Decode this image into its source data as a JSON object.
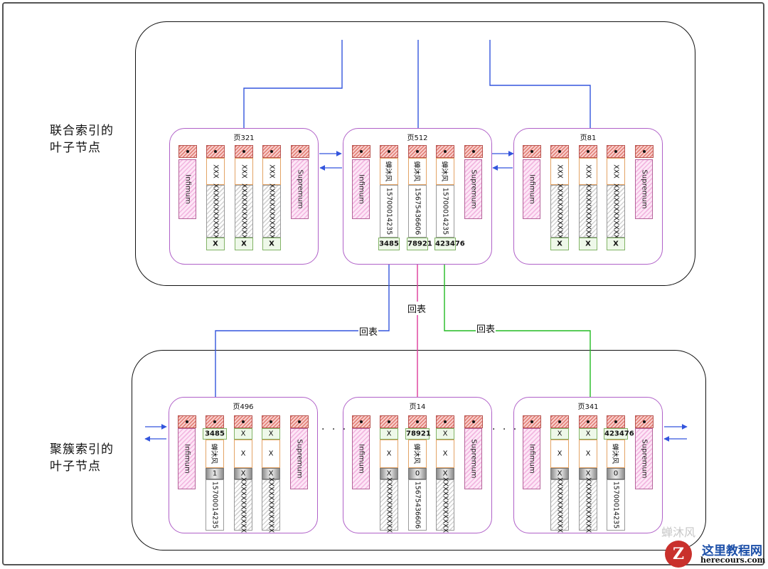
{
  "labels": {
    "secondary_leaf": [
      "联合索引的",
      "叶子节点"
    ],
    "clustered_leaf": [
      "聚簇索引的",
      "叶子节点"
    ],
    "lookup": "回表"
  },
  "common": {
    "infimum": "Infimum",
    "supremum": "Supremum",
    "ellipsis": "· · ·"
  },
  "secondary_pages": [
    {
      "title": "页321",
      "rows": [
        {
          "name": "XXX",
          "pk": "XXXXXXXXXXXX",
          "id": "X"
        },
        {
          "name": "XXX",
          "pk": "XXXXXXXXXXXX",
          "id": "X"
        },
        {
          "name": "XXX",
          "pk": "XXXXXXXXXXXX",
          "id": "X"
        }
      ]
    },
    {
      "title": "页512",
      "rows": [
        {
          "name": "蝉沐风",
          "pk": "15700014235",
          "id": "3485"
        },
        {
          "name": "蝉沐风",
          "pk": "15675436606",
          "id": "78921"
        },
        {
          "name": "蝉沐风",
          "pk": "15700014235",
          "id": "423476"
        }
      ]
    },
    {
      "title": "页81",
      "rows": [
        {
          "name": "XXX",
          "pk": "XXXXXXXXXXXX",
          "id": "X"
        },
        {
          "name": "XXX",
          "pk": "XXXXXXXXXXXX",
          "id": "X"
        },
        {
          "name": "XXX",
          "pk": "XXXXXXXXXXXX",
          "id": "X"
        }
      ]
    }
  ],
  "clustered_pages": [
    {
      "title": "页496",
      "rows": [
        {
          "id": "3485",
          "name": "蝉沐风",
          "flag": "1",
          "phone": "15700014235"
        },
        {
          "id": "X",
          "name": "X",
          "flag": "X",
          "phone": "XXXXXXXXXXXX"
        },
        {
          "id": "X",
          "name": "X",
          "flag": "X",
          "phone": "XXXXXXXXXXXX"
        }
      ]
    },
    {
      "title": "页14",
      "rows": [
        {
          "id": "X",
          "name": "X",
          "flag": "X",
          "phone": "XXXXXXXXXXXX"
        },
        {
          "id": "78921",
          "name": "蝉沐风",
          "flag": "0",
          "phone": "15675436606"
        },
        {
          "id": "X",
          "name": "X",
          "flag": "X",
          "phone": "XXXXXXXXXXXX"
        }
      ]
    },
    {
      "title": "页341",
      "rows": [
        {
          "id": "X",
          "name": "X",
          "flag": "X",
          "phone": "XXXXXXXXXXXX"
        },
        {
          "id": "X",
          "name": "X",
          "flag": "X",
          "phone": "XXXXXXXXXXXX"
        },
        {
          "id": "423476",
          "name": "蝉沐风",
          "flag": "0",
          "phone": "15700014235"
        }
      ]
    }
  ],
  "watermark": {
    "account": "蝉沐风",
    "site_name": "这里教程网",
    "site_url": "herecours.com",
    "logo_letter": "Z"
  },
  "colors": {
    "blue": "#3355dd",
    "pink": "#dd3b9b",
    "green": "#22bb22",
    "page_border": "#b061c8"
  }
}
